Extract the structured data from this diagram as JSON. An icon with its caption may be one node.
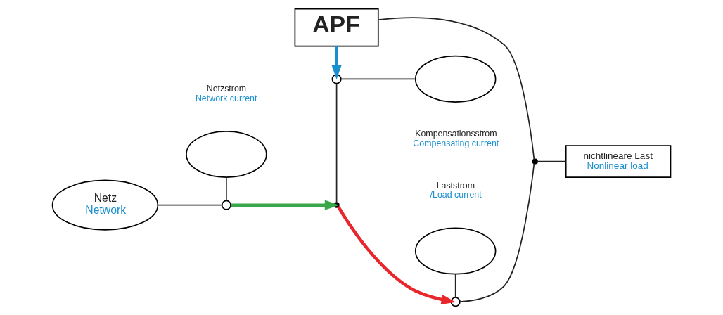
{
  "diagram": {
    "nodes": [
      {
        "text": [
          "Netz",
          "Network"
        ]
      },
      {
        "text": [],
        "shape": "ellipse",
        "beside": [
          "Netzstrom",
          "Network current"
        ]
      },
      {
        "text": [],
        "shape": "ellipse",
        "beside": [
          "Laststrom",
          "/Load current"
        ]
      },
      {
        "text": [
          "nichtlineare Last",
          "Nonlinear load"
        ]
      },
      {
        "text": [
          "APF"
        ]
      },
      {
        "text": [],
        "shape": "ellipse",
        "beside": [
          "Kompensationsstrom",
          "Compensating current"
        ]
      },
      {
        "text": [],
        "shape": "point"
      },
      {
        "text": [],
        "shape": "circle"
      },
      {
        "text": [],
        "shape": "circle"
      },
      {
        "text": [],
        "shape": "circle"
      },
      {
        "text": [],
        "shape": "point"
      }
    ],
    "edges": [
      {
        "from": 0,
        "to": 7,
        "arrow": "none"
      },
      {
        "from": 7,
        "to": 6,
        "arrow": "to",
        "style": "thick",
        "color": "#3aa64a"
      },
      {
        "from": 6,
        "to": 8,
        "arrow": "to",
        "style": "thick",
        "color": "#e8262b"
      },
      {
        "from": 8,
        "to": 10,
        "arrow": "none"
      },
      {
        "from": 10,
        "to": 3,
        "arrow": "none"
      },
      {
        "from": 4,
        "to": 9,
        "arrow": "to",
        "style": "thick",
        "color": "#1a8fd0"
      },
      {
        "from": 9,
        "to": 6,
        "arrow": "none"
      },
      {
        "from": 1,
        "to": 7,
        "arrow": "none"
      },
      {
        "from": 2,
        "to": 8,
        "arrow": "none"
      },
      {
        "from": 5,
        "to": 9,
        "arrow": "none"
      },
      {
        "from": 4,
        "to": 10,
        "arrow": "none"
      }
    ]
  }
}
